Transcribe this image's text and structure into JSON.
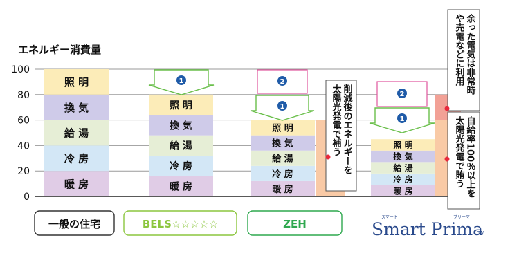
{
  "chart_data": {
    "type": "bar",
    "title": "エネルギー消費量",
    "ylim": [
      0,
      100
    ],
    "yticks": [
      0,
      20,
      40,
      60,
      80,
      100
    ],
    "grid": true,
    "categories": [
      "一般の住宅",
      "BELS☆☆☆☆☆",
      "ZEH",
      "Smart Prima"
    ],
    "series": [
      {
        "name": "暖房",
        "values": [
          20,
          16,
          12,
          9
        ],
        "color": "#e0cce6"
      },
      {
        "name": "冷房",
        "values": [
          20,
          16,
          12,
          9
        ],
        "color": "#d3e7f6"
      },
      {
        "name": "給湯",
        "values": [
          20,
          16,
          12,
          9
        ],
        "color": "#e6eed6"
      },
      {
        "name": "換気",
        "values": [
          20,
          16,
          12,
          9
        ],
        "color": "#cfcbe9"
      },
      {
        "name": "照明",
        "values": [
          20,
          16,
          12,
          9
        ],
        "color": "#fcecb8"
      }
    ],
    "annotations": {
      "step1": "1",
      "step2": "2",
      "zeh_side_label": "削減後のエネルギーを太陽光発電で補う",
      "prima_surplus_label": "余った電気は非常時や売電などに利用",
      "prima_selfsupply_label": "自給率100％以上を太陽光発電で賄う"
    },
    "category_label_colors": [
      "#333333",
      "#8cc63f",
      "#2fa84f",
      null
    ],
    "brand": {
      "name": "Smart Prima",
      "ruby_smart": "スマート",
      "ruby_prima": "プリーマ",
      "tm": "TM",
      "color": "#2a4a8c"
    },
    "colors": {
      "arrow_green": "#6abf4b",
      "box_pink": "#e0559c",
      "badge_blue": "#1f5ba8",
      "peach": "#f9caa6",
      "salmon": "#f2a196",
      "dot_red": "#e8283c"
    }
  }
}
